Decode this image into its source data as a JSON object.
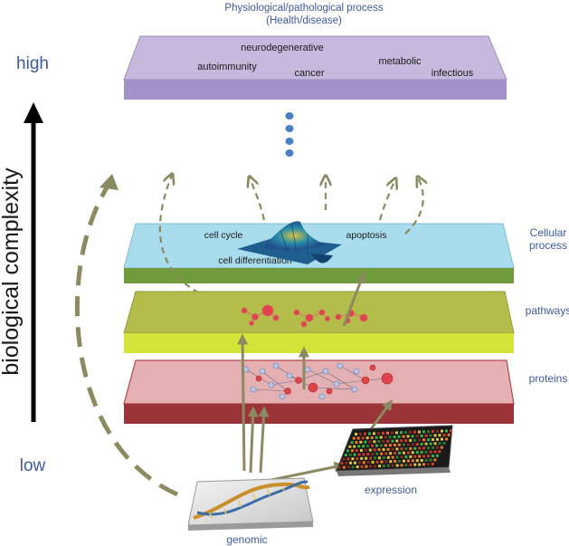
{
  "header": {
    "title": "Physiological/pathological process",
    "subtitle": "(Health/disease)"
  },
  "axis": {
    "label": "biological complexity",
    "high": "high",
    "low": "low"
  },
  "top_layer": {
    "terms": [
      "neurodegenerative",
      "autoimmunity",
      "cancer",
      "metabolic",
      "infectious"
    ]
  },
  "cellular_layer": {
    "terms": [
      "cell cycle",
      "apoptosis",
      "cell differentiation"
    ]
  },
  "side_labels": {
    "cellular_line1": "Cellular",
    "cellular_line2": "process",
    "pathways": "pathways",
    "proteins": "proteins"
  },
  "inputs": {
    "genomic": "genomic",
    "expression": "expression"
  },
  "colors": {
    "label_blue": "#3d5a9e",
    "arrow_olive": "#8b8a62",
    "top_layer": "#c6b9dd",
    "cellular_layer": "#a9dcec",
    "pathways_layer": "#bcc64a",
    "proteins_layer": "#e5b0b2"
  }
}
